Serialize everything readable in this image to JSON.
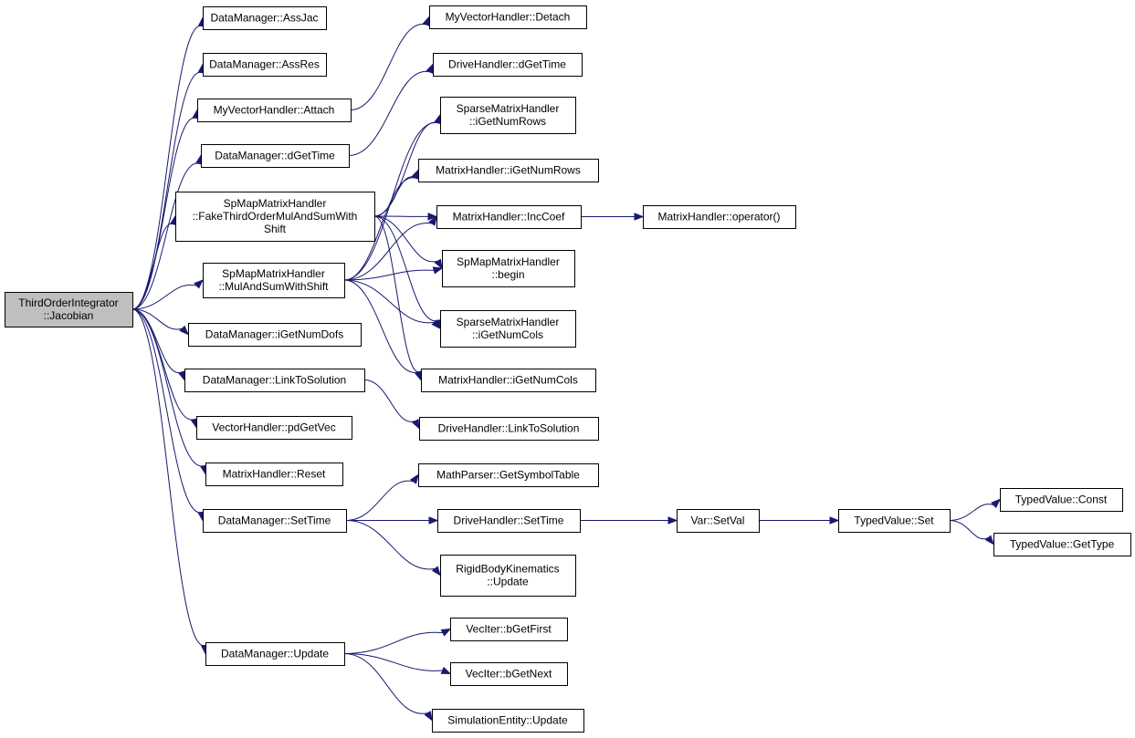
{
  "graph": {
    "edge_color": "#191970",
    "root_fill": "#bfbfbf",
    "nodes": [
      {
        "id": "root",
        "lines": [
          "ThirdOrderIntegrator",
          "::Jacobian"
        ],
        "root": true
      },
      {
        "id": "dm_assjac",
        "lines": [
          "DataManager::AssJac"
        ]
      },
      {
        "id": "dm_assres",
        "lines": [
          "DataManager::AssRes"
        ]
      },
      {
        "id": "mvh_attach",
        "lines": [
          "MyVectorHandler::Attach"
        ]
      },
      {
        "id": "dm_dgettime",
        "lines": [
          "DataManager::dGetTime"
        ]
      },
      {
        "id": "smh_fake",
        "lines": [
          "SpMapMatrixHandler",
          "::FakeThirdOrderMulAndSumWith",
          "Shift"
        ]
      },
      {
        "id": "smh_mul",
        "lines": [
          "SpMapMatrixHandler",
          "::MulAndSumWithShift"
        ]
      },
      {
        "id": "dm_igetnumdofs",
        "lines": [
          "DataManager::iGetNumDofs"
        ]
      },
      {
        "id": "dm_linktosolution",
        "lines": [
          "DataManager::LinkToSolution"
        ]
      },
      {
        "id": "vh_pdgetvec",
        "lines": [
          "VectorHandler::pdGetVec"
        ]
      },
      {
        "id": "mh_reset",
        "lines": [
          "MatrixHandler::Reset"
        ]
      },
      {
        "id": "dm_settime",
        "lines": [
          "DataManager::SetTime"
        ]
      },
      {
        "id": "dm_update",
        "lines": [
          "DataManager::Update"
        ]
      },
      {
        "id": "mvh_detach",
        "lines": [
          "MyVectorHandler::Detach"
        ]
      },
      {
        "id": "dh_dgettime",
        "lines": [
          "DriveHandler::dGetTime"
        ]
      },
      {
        "id": "sparse_rows",
        "lines": [
          "SparseMatrixHandler",
          "::iGetNumRows"
        ]
      },
      {
        "id": "mh_rows",
        "lines": [
          "MatrixHandler::iGetNumRows"
        ]
      },
      {
        "id": "mh_inccoef",
        "lines": [
          "MatrixHandler::IncCoef"
        ]
      },
      {
        "id": "smh_begin",
        "lines": [
          "SpMapMatrixHandler",
          "::begin"
        ]
      },
      {
        "id": "sparse_cols",
        "lines": [
          "SparseMatrixHandler",
          "::iGetNumCols"
        ]
      },
      {
        "id": "mh_cols",
        "lines": [
          "MatrixHandler::iGetNumCols"
        ]
      },
      {
        "id": "dh_linktosolution",
        "lines": [
          "DriveHandler::LinkToSolution"
        ]
      },
      {
        "id": "mp_getsymboltable",
        "lines": [
          "MathParser::GetSymbolTable"
        ]
      },
      {
        "id": "dh_settime",
        "lines": [
          "DriveHandler::SetTime"
        ]
      },
      {
        "id": "rbk_update",
        "lines": [
          "RigidBodyKinematics",
          "::Update"
        ]
      },
      {
        "id": "vi_bgetfirst",
        "lines": [
          "VecIter::bGetFirst"
        ]
      },
      {
        "id": "vi_bgetnext",
        "lines": [
          "VecIter::bGetNext"
        ]
      },
      {
        "id": "se_update",
        "lines": [
          "SimulationEntity::Update"
        ]
      },
      {
        "id": "mh_operator",
        "lines": [
          "MatrixHandler::operator()"
        ]
      },
      {
        "id": "var_setval",
        "lines": [
          "Var::SetVal"
        ]
      },
      {
        "id": "tv_set",
        "lines": [
          "TypedValue::Set"
        ]
      },
      {
        "id": "tv_const",
        "lines": [
          "TypedValue::Const"
        ]
      },
      {
        "id": "tv_gettype",
        "lines": [
          "TypedValue::GetType"
        ]
      }
    ],
    "edges": [
      [
        "root",
        "dm_assjac"
      ],
      [
        "root",
        "dm_assres"
      ],
      [
        "root",
        "mvh_attach"
      ],
      [
        "root",
        "dm_dgettime"
      ],
      [
        "root",
        "smh_fake"
      ],
      [
        "root",
        "smh_mul"
      ],
      [
        "root",
        "dm_igetnumdofs"
      ],
      [
        "root",
        "dm_linktosolution"
      ],
      [
        "root",
        "vh_pdgetvec"
      ],
      [
        "root",
        "mh_reset"
      ],
      [
        "root",
        "dm_settime"
      ],
      [
        "root",
        "dm_update"
      ],
      [
        "mvh_attach",
        "mvh_detach"
      ],
      [
        "dm_dgettime",
        "dh_dgettime"
      ],
      [
        "smh_fake",
        "sparse_rows"
      ],
      [
        "smh_fake",
        "mh_rows"
      ],
      [
        "smh_fake",
        "mh_inccoef"
      ],
      [
        "smh_fake",
        "smh_begin"
      ],
      [
        "smh_fake",
        "sparse_cols"
      ],
      [
        "smh_fake",
        "mh_cols"
      ],
      [
        "smh_mul",
        "sparse_rows"
      ],
      [
        "smh_mul",
        "mh_rows"
      ],
      [
        "smh_mul",
        "mh_inccoef"
      ],
      [
        "smh_mul",
        "smh_begin"
      ],
      [
        "smh_mul",
        "sparse_cols"
      ],
      [
        "smh_mul",
        "mh_cols"
      ],
      [
        "mh_inccoef",
        "mh_operator"
      ],
      [
        "dm_linktosolution",
        "dh_linktosolution"
      ],
      [
        "dm_settime",
        "mp_getsymboltable"
      ],
      [
        "dm_settime",
        "dh_settime"
      ],
      [
        "dm_settime",
        "rbk_update"
      ],
      [
        "dh_settime",
        "var_setval"
      ],
      [
        "var_setval",
        "tv_set"
      ],
      [
        "tv_set",
        "tv_const"
      ],
      [
        "tv_set",
        "tv_gettype"
      ],
      [
        "dm_update",
        "vi_bgetfirst"
      ],
      [
        "dm_update",
        "vi_bgetnext"
      ],
      [
        "dm_update",
        "se_update"
      ]
    ]
  }
}
